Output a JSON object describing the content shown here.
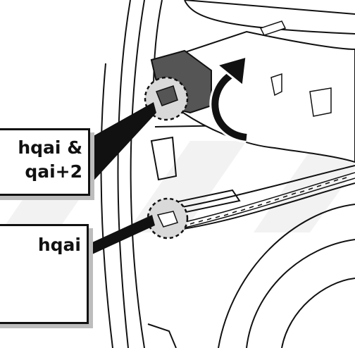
{
  "callouts": {
    "top": {
      "line1": "hqai &",
      "line2": "qai+2"
    },
    "bottom": {
      "label": "hqai"
    }
  },
  "colors": {
    "stroke": "#111111",
    "highlight": "#d9d9d9",
    "panel": "#555555",
    "shadow": "#bdbdbd",
    "watermark": "#f2f2f2"
  },
  "icons": [
    "curved-arrow-icon",
    "module-icon",
    "location-circle-icon"
  ]
}
